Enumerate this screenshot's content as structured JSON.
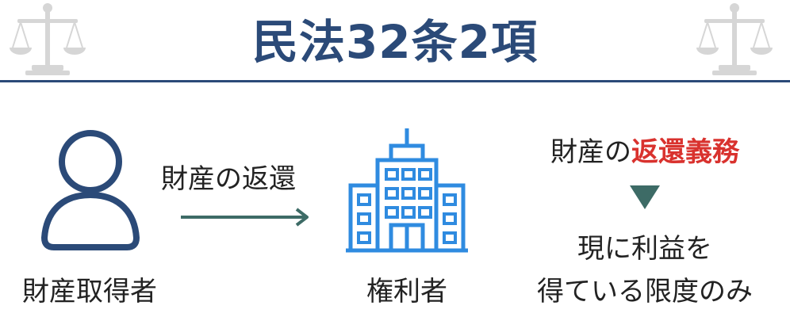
{
  "title": "民法32条2項",
  "icons": {
    "scale": "scales-of-justice-icon",
    "person": "person-icon",
    "building": "office-building-icon"
  },
  "acquirer": {
    "label": "財産取得者"
  },
  "arrow": {
    "label": "財産の返還"
  },
  "rights_holder": {
    "label": "権利者"
  },
  "duty": {
    "prefix": "財産の",
    "highlight": "返還義務",
    "line1": "現に利益を",
    "line2": "得ている限度のみ"
  },
  "colors": {
    "navy": "#2b4a78",
    "teal": "#3d6b66",
    "blue": "#2f8be0",
    "red": "#d9322e",
    "scale_gray": "#d6d6d6"
  }
}
